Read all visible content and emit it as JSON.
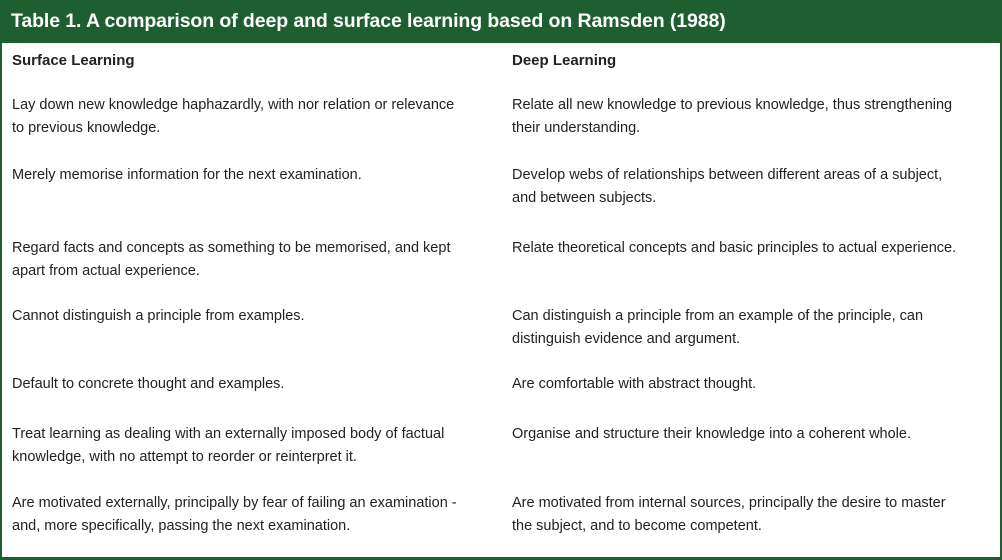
{
  "title": "Table 1. A comparison of deep and surface learning based on Ramsden (1988)",
  "columns": [
    "Surface Learning",
    "Deep Learning"
  ],
  "rows": [
    {
      "surface": [
        "Lay down new knowledge haphazardly, with nor relation or relevance",
        "to previous knowledge."
      ],
      "deep": [
        "Relate all new knowledge to previous knowledge, thus strengthening",
        "their understanding."
      ]
    },
    {
      "surface": [
        "Merely memorise information for the next examination."
      ],
      "deep": [
        "Develop webs of relationships between different areas of a subject,",
        "and between subjects."
      ]
    },
    {
      "surface": [
        "Regard facts and concepts as something to be memorised, and kept",
        "apart from actual experience."
      ],
      "deep": [
        "Relate theoretical concepts and basic principles to actual experience."
      ]
    },
    {
      "surface": [
        "Cannot distinguish a principle from examples."
      ],
      "deep": [
        "Can distinguish a principle from an example of the principle, can",
        "distinguish evidence and argument."
      ]
    },
    {
      "surface": [
        "Default to concrete thought and examples."
      ],
      "deep": [
        "Are comfortable with abstract thought."
      ]
    },
    {
      "surface": [
        "Treat learning as dealing with an externally imposed body of factual",
        "knowledge, with no attempt to reorder or reinterpret it."
      ],
      "deep": [
        "Organise and structure their knowledge into a coherent whole."
      ]
    },
    {
      "surface": [
        "Are motivated externally, principally by fear of failing an examination -",
        "and, more specifically, passing the next examination."
      ],
      "deep": [
        "Are motivated from internal sources, principally the desire to master",
        "the subject, and to become competent."
      ]
    }
  ]
}
